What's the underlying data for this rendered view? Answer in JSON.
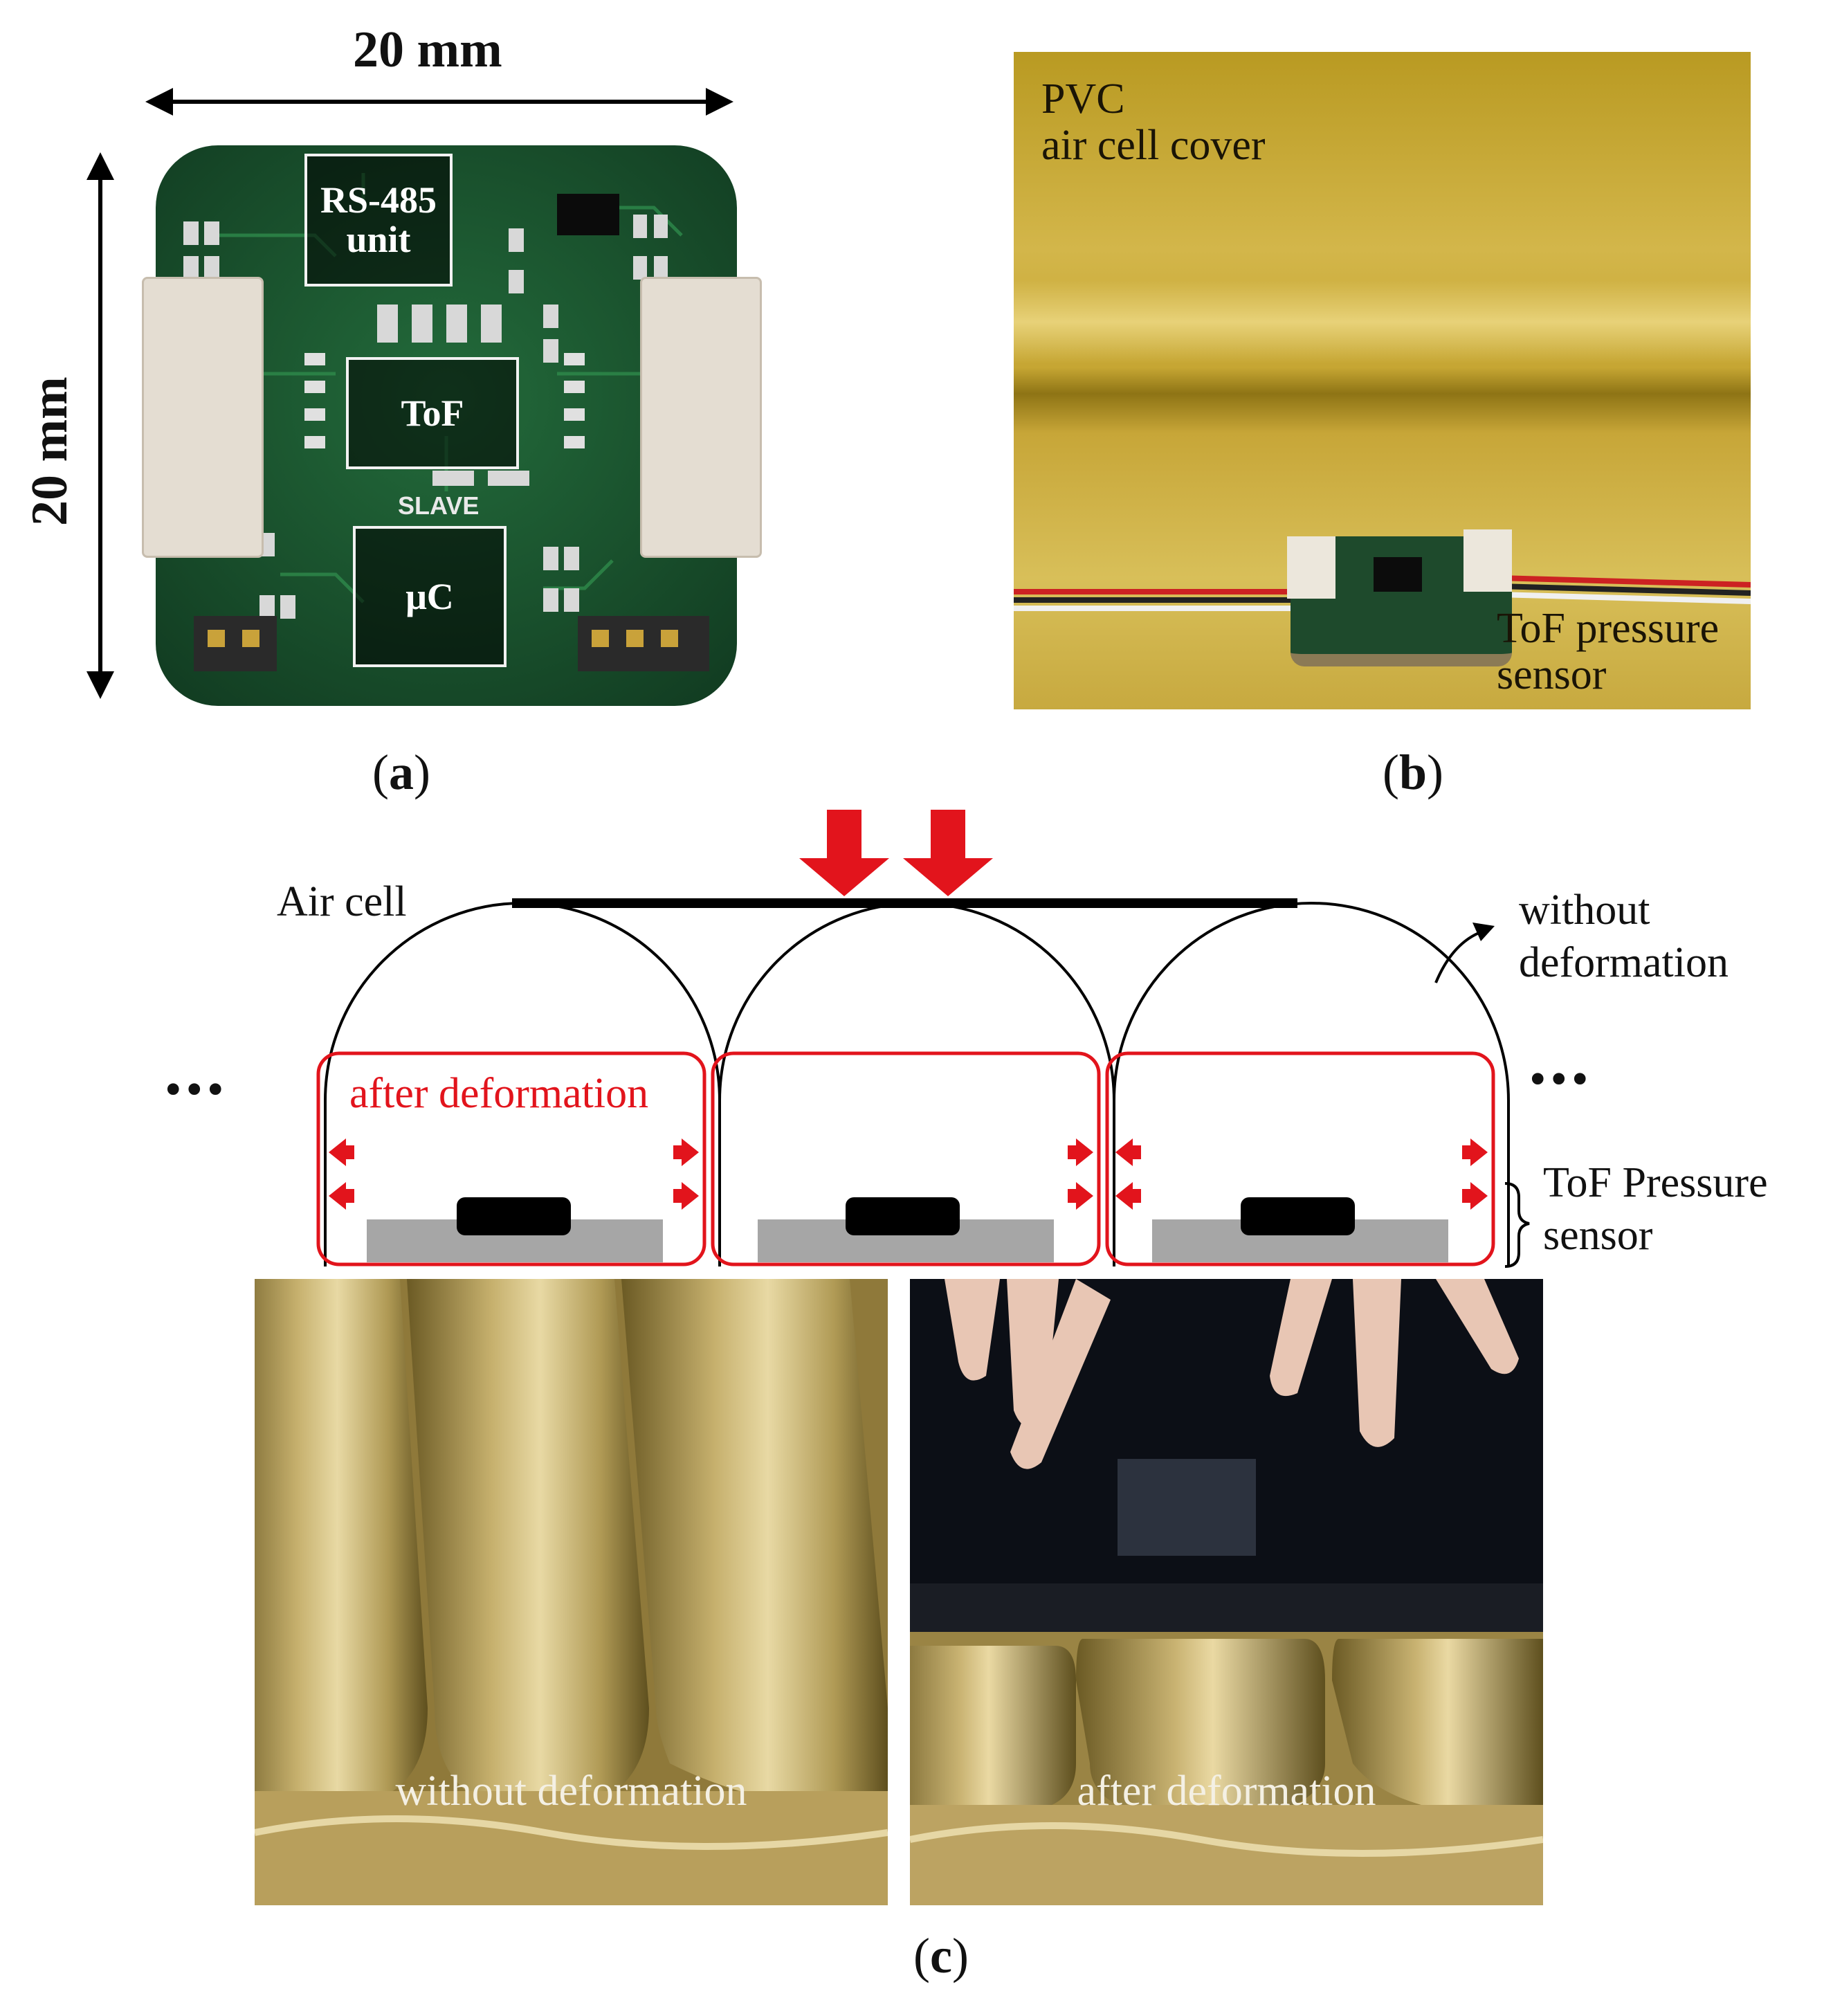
{
  "panel_a": {
    "label_open": "(",
    "label_letter": "a",
    "label_close": ")",
    "width_dim": "20 mm",
    "height_dim": "20 mm",
    "silk_slave": "SLAVE",
    "boxes": {
      "rs485_line1": "RS-485",
      "rs485_line2": "unit",
      "tof": "ToF",
      "uc": "μC"
    }
  },
  "panel_b": {
    "label_open": "(",
    "label_letter": "b",
    "label_close": ")",
    "cover_line1": "PVC",
    "cover_line2": "air cell cover",
    "sensor_line1": "ToF pressure",
    "sensor_line2": "sensor"
  },
  "panel_c": {
    "label_open": "(",
    "label_letter": "c",
    "label_close": ")",
    "air_cell": "Air cell",
    "without_line1": "without",
    "without_line2": "deformation",
    "after_deformation": "after deformation",
    "ellipsis_left": "•••",
    "ellipsis_right": "•••",
    "tof_line1": "ToF Pressure",
    "tof_line2": "sensor",
    "photo_left_caption": "without deformation",
    "photo_right_caption": "after deformation"
  },
  "colors": {
    "pcb_green": "#1f5a32",
    "gold_cover": "#c7a437",
    "cushion_gold": "#a8924f",
    "red_outline": "#e2141c",
    "black": "#000000",
    "gray_base": "#a6a6a6"
  }
}
